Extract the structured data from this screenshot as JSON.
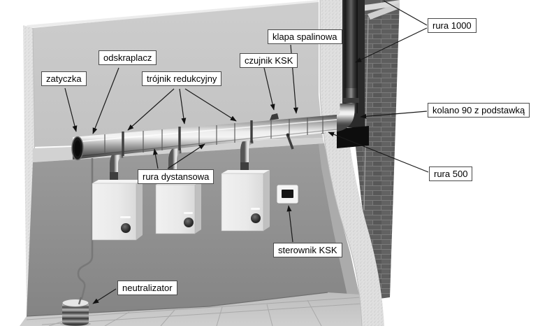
{
  "figure": {
    "type": "technical-illustration",
    "subject": "cascade flue-gas system of three wall-hung gas boilers with collector pipe, chimney and condensate neutralizer",
    "background": "#ffffff"
  },
  "labels": [
    {
      "id": "zatyczka",
      "text": "zatyczka"
    },
    {
      "id": "odskraplacz",
      "text": "odskraplacz"
    },
    {
      "id": "trojnik-redukcyjny",
      "text": "trójnik redukcyjny"
    },
    {
      "id": "czujnik-ksk",
      "text": "czujnik KSK"
    },
    {
      "id": "klapa-spalinowa",
      "text": "klapa spalinowa"
    },
    {
      "id": "rura-1000",
      "text": "rura 1000"
    },
    {
      "id": "kolano-90",
      "text": "kolano 90 z podstawką"
    },
    {
      "id": "rura-500",
      "text": "rura 500"
    },
    {
      "id": "rura-dystansowa",
      "text": "rura dystansowa"
    },
    {
      "id": "sterownik-ksk",
      "text": "sterownik KSK"
    },
    {
      "id": "neutralizator",
      "text": "neutralizator"
    }
  ],
  "colors": {
    "upper_wall": "#c7c7c7",
    "lower_wall": "#909090",
    "ledge": "#d2d2d2",
    "floor": "#c6c6c6",
    "brick": "#5e5e5e",
    "concrete": "#e0e0e0",
    "pipe_metal_light": "#f0f0f0",
    "pipe_metal_dark": "#4a4a4a",
    "label_border": "#4a4a4a",
    "arrow": "#1a1a1a"
  }
}
